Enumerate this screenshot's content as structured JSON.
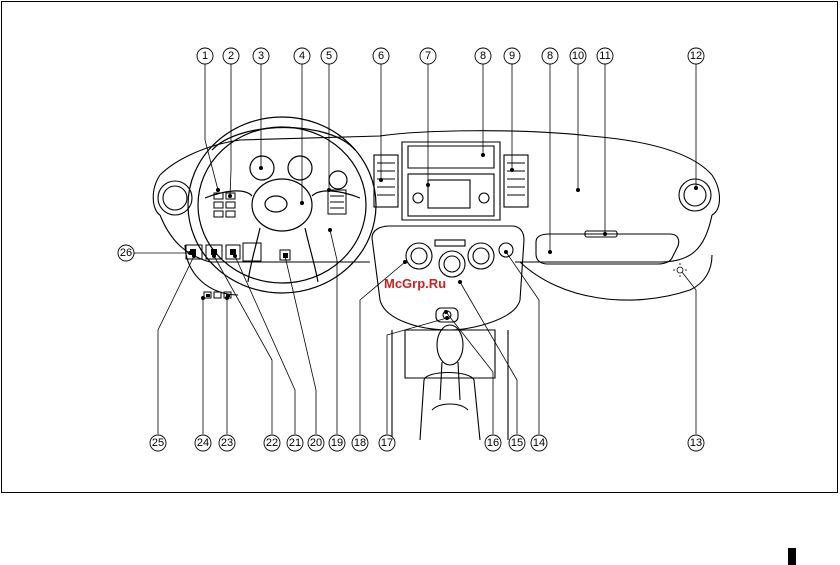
{
  "diagram": {
    "callouts": [
      "1",
      "2",
      "3",
      "4",
      "5",
      "6",
      "7",
      "8",
      "9",
      "8",
      "10",
      "11",
      "12",
      "13",
      "14",
      "15",
      "16",
      "17",
      "18",
      "19",
      "20",
      "21",
      "22",
      "23",
      "24",
      "25",
      "26"
    ],
    "watermark": "McGrp.Ru"
  }
}
